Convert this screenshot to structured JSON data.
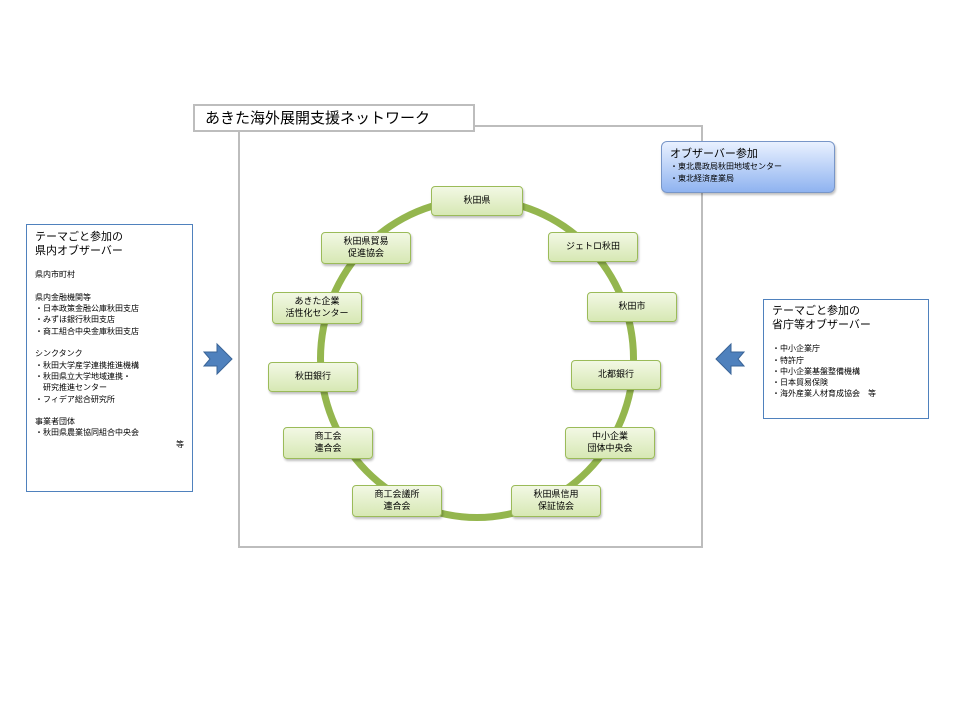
{
  "title": "あきた海外展開支援ネットワーク",
  "ring_nodes": [
    {
      "lines": [
        "秋田県"
      ]
    },
    {
      "lines": [
        "ジェトロ秋田"
      ]
    },
    {
      "lines": [
        "秋田市"
      ]
    },
    {
      "lines": [
        "北都銀行"
      ]
    },
    {
      "lines": [
        "中小企業",
        "団体中央会"
      ]
    },
    {
      "lines": [
        "秋田県信用",
        "保証協会"
      ]
    },
    {
      "lines": [
        "商工会議所",
        "連合会"
      ]
    },
    {
      "lines": [
        "商工会",
        "連合会"
      ]
    },
    {
      "lines": [
        "秋田銀行"
      ]
    },
    {
      "lines": [
        "あきた企業",
        "活性化センター"
      ]
    },
    {
      "lines": [
        "秋田県貿易",
        "促進協会"
      ]
    }
  ],
  "observer_box": {
    "title": "オブザーバー参加",
    "items": [
      "・東北農政局秋田地域センター",
      "・東北経済産業局"
    ]
  },
  "left_box": {
    "title_lines": [
      "テーマごと参加の",
      "県内オブザーバー"
    ],
    "lines": [
      "",
      "県内市町村",
      "",
      "県内金融機関等",
      "・日本政策金融公庫秋田支店",
      "・みずほ銀行秋田支店",
      "・商工組合中央金庫秋田支店",
      "",
      "シンクタンク",
      "・秋田大学産学連携推進機構",
      "・秋田県立大学地域連携・",
      "　研究推進センター",
      "・フィデア総合研究所",
      "",
      "事業者団体",
      "・秋田県農業協同組合中央会"
    ],
    "etc": "等"
  },
  "right_box": {
    "title_lines": [
      "テーマごと参加の",
      "省庁等オブザーバー"
    ],
    "lines": [
      "",
      "・中小企業庁",
      "・特許庁",
      "・中小企業基盤整備機構",
      "・日本貿易保険",
      "・海外産業人材育成協会　等"
    ]
  },
  "colors": {
    "ring": "#94b64e",
    "node_fill": "#d7e8b4",
    "node_border": "#9bbb59",
    "observer_fill": "#8fb3f0",
    "arrow": "#4f81bd",
    "frame": "#bdbdbd"
  }
}
